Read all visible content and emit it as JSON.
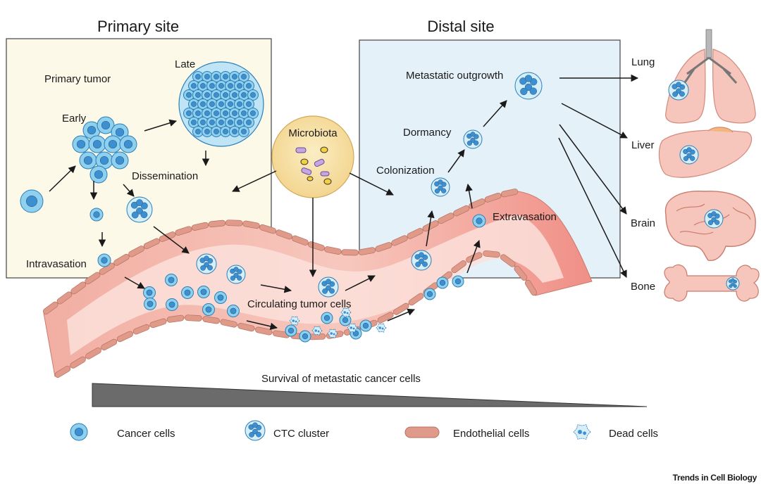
{
  "titles": {
    "primary": "Primary site",
    "distal": "Distal site"
  },
  "primary": {
    "tumor": "Primary tumor",
    "early": "Early",
    "late": "Late",
    "dissemination": "Dissemination",
    "intravasation": "Intravasation"
  },
  "microbiota": "Microbiota",
  "distal": {
    "outgrowth": "Metastatic outgrowth",
    "dormancy": "Dormancy",
    "colonization": "Colonization",
    "extravasation": "Extravasation"
  },
  "vessel": {
    "ctc": "Circulating tumor cells"
  },
  "organs": {
    "lung": "Lung",
    "liver": "Liver",
    "brain": "Brain",
    "bone": "Bone"
  },
  "survival": "Survival of metastatic cancer cells",
  "legend": {
    "cancer": "Cancer cells",
    "cluster": "CTC cluster",
    "endothelial": "Endothelial cells",
    "dead": "Dead cells"
  },
  "credit": "Trends in Cell Biology",
  "colors": {
    "cell_fill": "#8fd0ee",
    "cell_edge": "#2a7fb8",
    "nucleus": "#3d8fd0",
    "primary_bg": "#fdf9e9",
    "distal_bg": "#e5f1f8",
    "vessel": "#f4b4aa",
    "vessel_inner": "#fbe0da",
    "endothelial": "#e09a8a",
    "microbiota": "#f7dfa0"
  }
}
